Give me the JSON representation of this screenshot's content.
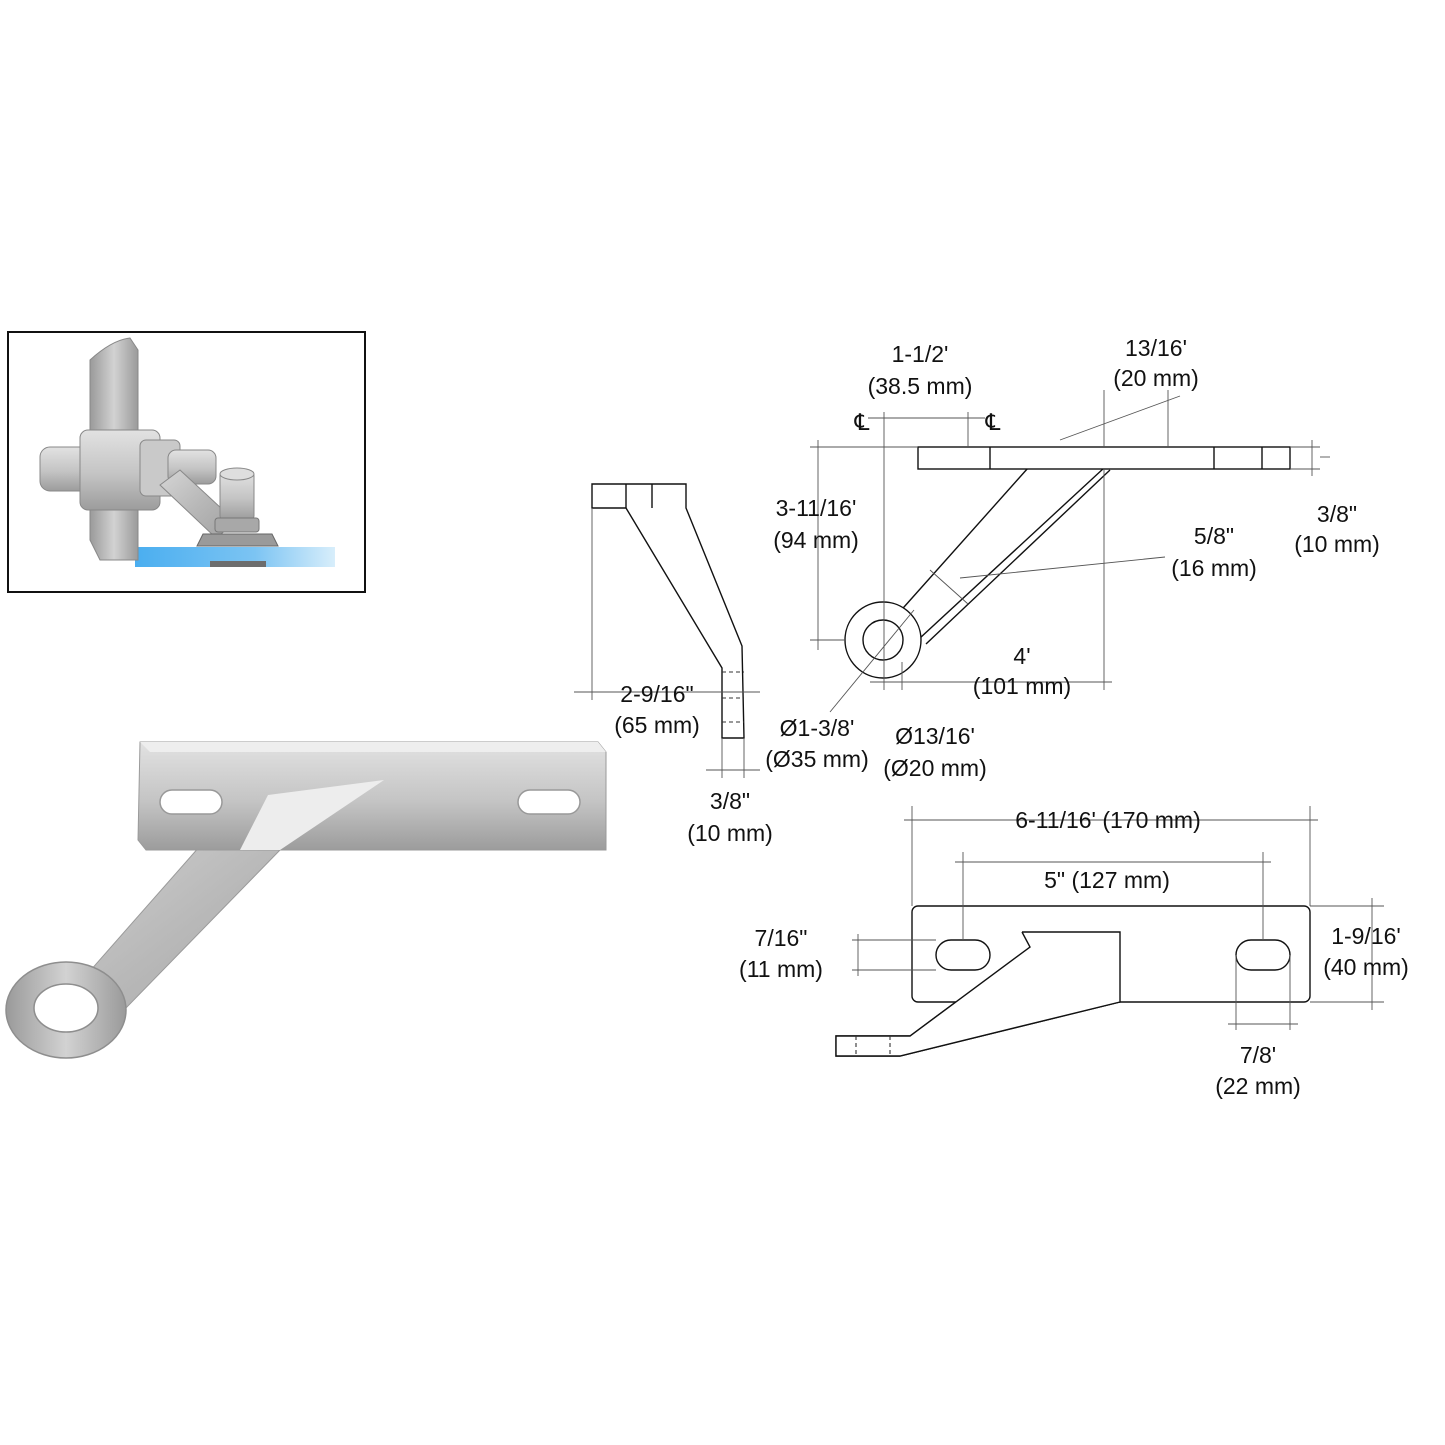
{
  "colors": {
    "background": "#ffffff",
    "metal_light": "#d9d9d9",
    "metal_mid": "#bdbdbd",
    "metal_dark": "#8e8e8e",
    "glass": "#4aaef0",
    "line": "#111111"
  },
  "inset": {
    "name": "installed-view",
    "icon": "spider-fitting-illustration"
  },
  "photo": {
    "name": "bracket-product-photo"
  },
  "dimensions": {
    "side_height": [
      "2-9/16\"",
      "(65 mm)"
    ],
    "side_thickness": [
      "3/8\"",
      "(10 mm)"
    ],
    "center_spacing": [
      "1-1/2'",
      "(38.5 mm)"
    ],
    "centerline_symbol": "℄",
    "arm_offset": [
      "13/16'",
      "(20 mm)"
    ],
    "top_height": [
      "3-11/16'",
      "(94 mm)"
    ],
    "plate_thickness": [
      "3/8\"",
      "(10 mm)"
    ],
    "arm_width": [
      "5/8\"",
      "(16 mm)"
    ],
    "reach": [
      "4'",
      "(101 mm)"
    ],
    "outer_dia": [
      "Ø1-3/8'",
      "(Ø35 mm)"
    ],
    "inner_dia": [
      "Ø13/16'",
      "(Ø20 mm)"
    ],
    "overall_length": "6-11/16' (170 mm)",
    "slot_spacing": "5\" (127 mm)",
    "slot_height": [
      "7/16\"",
      "(11 mm)"
    ],
    "plate_width": [
      "1-9/16'",
      "(40 mm)"
    ],
    "slot_length": [
      "7/8'",
      "(22 mm)"
    ]
  }
}
